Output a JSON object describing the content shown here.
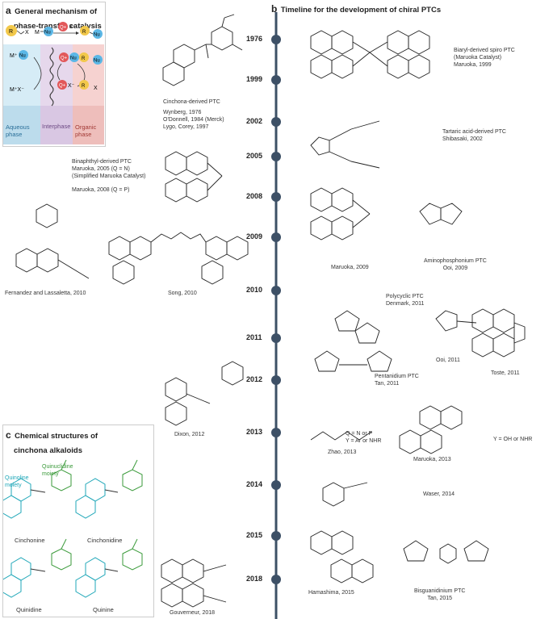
{
  "panel_a": {
    "letter": "a",
    "title_line1": "General mechanism of",
    "title_line2": "phase-transfer catalysis",
    "aqueous_label_1": "Aqueous",
    "aqueous_label_2": "phase",
    "interphase_label": "Interphase",
    "organic_label_1": "Organic",
    "organic_label_2": "phase",
    "colors": {
      "aqueous": "#d6ecf6",
      "interphase": "#e6d8ec",
      "organic": "#f6d2d0",
      "blue": "#5bb7e6",
      "red": "#e2585a",
      "yellow": "#f2c84b"
    }
  },
  "panel_b": {
    "letter": "b",
    "title": "Timeline for the development of chiral PTCs",
    "years": [
      "1976",
      "1999",
      "2002",
      "2005",
      "2008",
      "2009",
      "2010",
      "2011",
      "2012",
      "2013",
      "2014",
      "2015",
      "2018"
    ]
  },
  "panel_c": {
    "letter": "c",
    "title_line1": "Chemical structures of",
    "title_line2": "cinchona alkaloids",
    "quinoline_moiety_1": "Quinoline",
    "quinoline_moiety_2": "moiety",
    "quinuclidine_moiety_1": "Quinuclidine",
    "quinuclidine_moiety_2": "moiety",
    "names": [
      "Cinchonine",
      "Cinchonidine",
      "Quinidine",
      "Quinine"
    ],
    "colors": {
      "quinoline": "#1fa7b8",
      "quinuclidine": "#3a9a3a"
    }
  },
  "captions": {
    "cinchona_ptc": "Cinchona-derived PTC",
    "wynberg": "Wynberg, 1976",
    "odonnell": "O'Donnell, 1984 (Merck)",
    "lygo": "Lygo, Corey, 1997",
    "spiro_1": "Biaryl-derived spiro PTC",
    "spiro_2": "(Maruoka Catalyst)",
    "spiro_3": "Maruoka, 1999",
    "tartaric_1": "Tartaric acid-derived PTC",
    "tartaric_2": "Shibasaki, 2002",
    "binaph_1": "Binaphthyl-derived PTC",
    "binaph_2": "Maruoka, 2005 (Q = N)",
    "binaph_3": "(Simplified Maruoka Catalyst)",
    "binaph_4": "Maruoka, 2008 (Q = P)",
    "maruoka2009": "Maruoka, 2009",
    "amino_1": "Aminophosphonium PTC",
    "amino_2": "Ooi, 2009",
    "fernandez": "Fernandez and Lassaletta, 2010",
    "song": "Song, 2010",
    "poly_1": "Polycyclic PTC",
    "poly_2": "Denmark, 2011",
    "ooi2011": "Ooi, 2011",
    "toste": "Toste, 2011",
    "penta_1": "Pentanidium PTC",
    "penta_2": "Tan, 2011",
    "dixon": "Dixon, 2012",
    "zhao": "Zhao, 2013",
    "zhao_q": "Q = N or P",
    "zhao_y": "Y = Ar or NHR",
    "maruoka2013": "Maruoka, 2013",
    "maruoka2013_y": "Y = OH or NHR",
    "waser": "Waser, 2014",
    "hamashima": "Hamashima, 2015",
    "bisg_1": "Bisguanidinium PTC",
    "bisg_2": "Tan, 2015",
    "gouverneur": "Gouverneur, 2018"
  }
}
